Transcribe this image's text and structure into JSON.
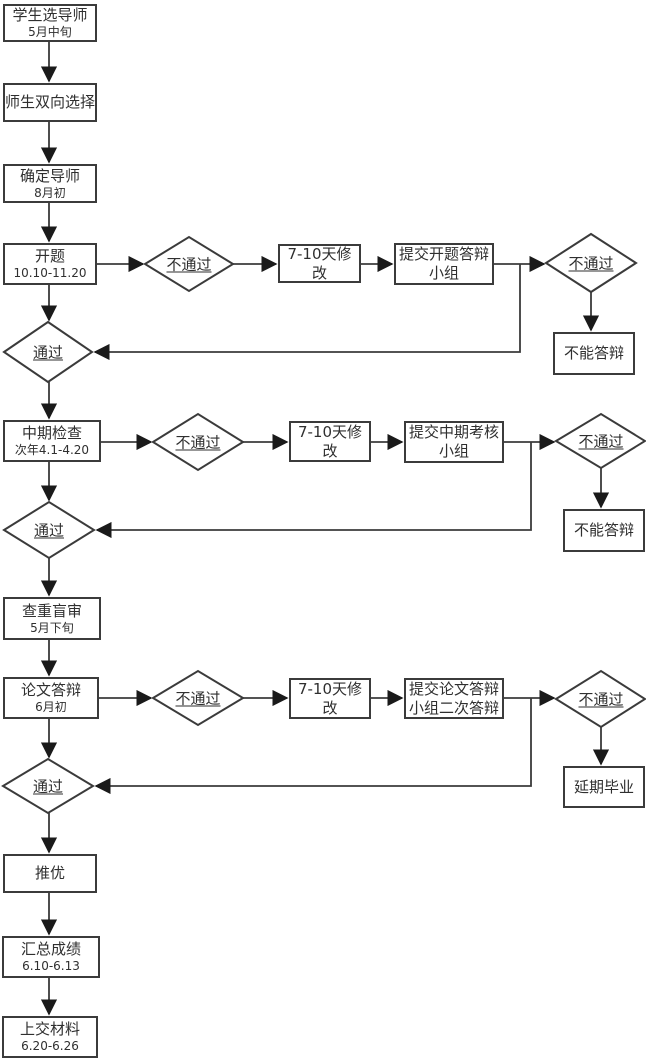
{
  "colors": {
    "stroke": "#3b3b3b",
    "text": "#2f2f2f",
    "bg": "#ffffff",
    "arrow": "#1a1a1a"
  },
  "nodes": {
    "student_select": {
      "label": "学生选导师",
      "sub": "5月中旬"
    },
    "mutual_select": {
      "label": "师生双向选择"
    },
    "confirm_advisor": {
      "label": "确定导师",
      "sub": "8月初"
    },
    "proposal": {
      "label": "开题",
      "sub": "10.10-11.20"
    },
    "revise1": {
      "label": "7-10天修改"
    },
    "submit_proposal": {
      "label": "提交开题答辩\n小组"
    },
    "no_defense1": {
      "label": "不能答辩"
    },
    "midterm": {
      "label": "中期检查",
      "sub": "次年4.1-4.20"
    },
    "revise2": {
      "label": "7-10天修改"
    },
    "submit_midterm": {
      "label": "提交中期考核\n小组"
    },
    "no_defense2": {
      "label": "不能答辩"
    },
    "blind_review": {
      "label": "查重盲审",
      "sub": "5月下旬"
    },
    "thesis_defense": {
      "label": "论文答辩",
      "sub": "6月初"
    },
    "revise3": {
      "label": "7-10天修改"
    },
    "submit_second_defense": {
      "label": "提交论文答辩\n小组二次答辩"
    },
    "delayed_graduation": {
      "label": "延期毕业"
    },
    "recommend": {
      "label": "推优"
    },
    "summarize": {
      "label": "汇总成绩",
      "sub": "6.10-6.13"
    },
    "submit_materials": {
      "label": "上交材料",
      "sub": "6.20-6.26"
    }
  },
  "decisions": {
    "fail1": {
      "label": "不通过"
    },
    "fail1b": {
      "label": "不通过"
    },
    "pass1": {
      "label": "通过"
    },
    "fail2": {
      "label": "不通过"
    },
    "fail2b": {
      "label": "不通过"
    },
    "pass2": {
      "label": "通过"
    },
    "fail3": {
      "label": "不通过"
    },
    "fail3b": {
      "label": "不通过"
    },
    "pass3": {
      "label": "通过"
    }
  }
}
